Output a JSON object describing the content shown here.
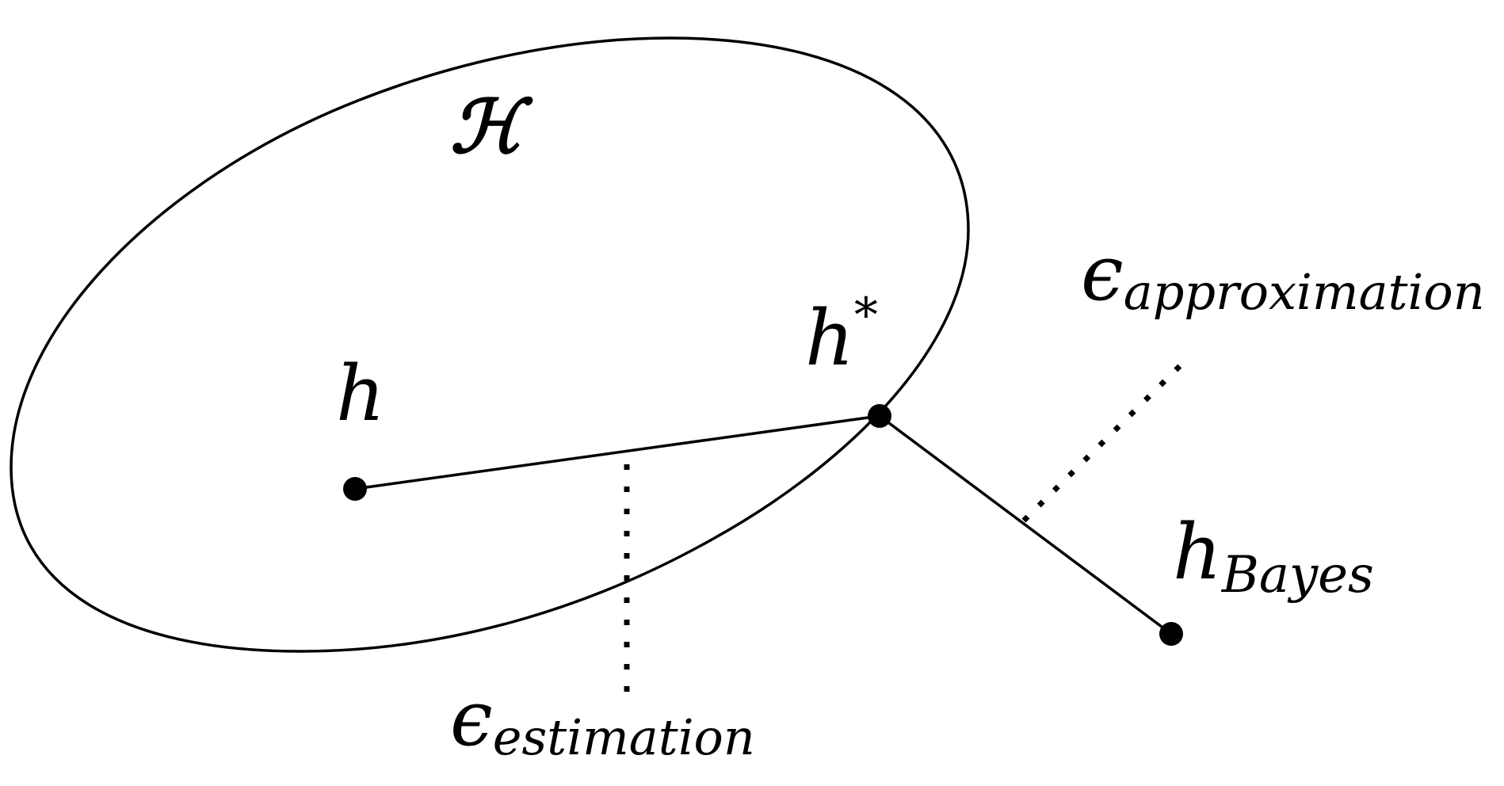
{
  "labels": {
    "hypothesis_space": "ℋ",
    "h": "h",
    "h_star_base": "h",
    "h_star_sup": "*",
    "h_bayes_base": "h",
    "h_bayes_sub": "Bayes",
    "eps_estimation_symbol": "ϵ",
    "eps_estimation_sub": "estimation",
    "eps_approximation_symbol": "ϵ",
    "eps_approximation_sub": "approximation"
  },
  "colors": {
    "stroke": "#000000",
    "background": "#ffffff"
  }
}
